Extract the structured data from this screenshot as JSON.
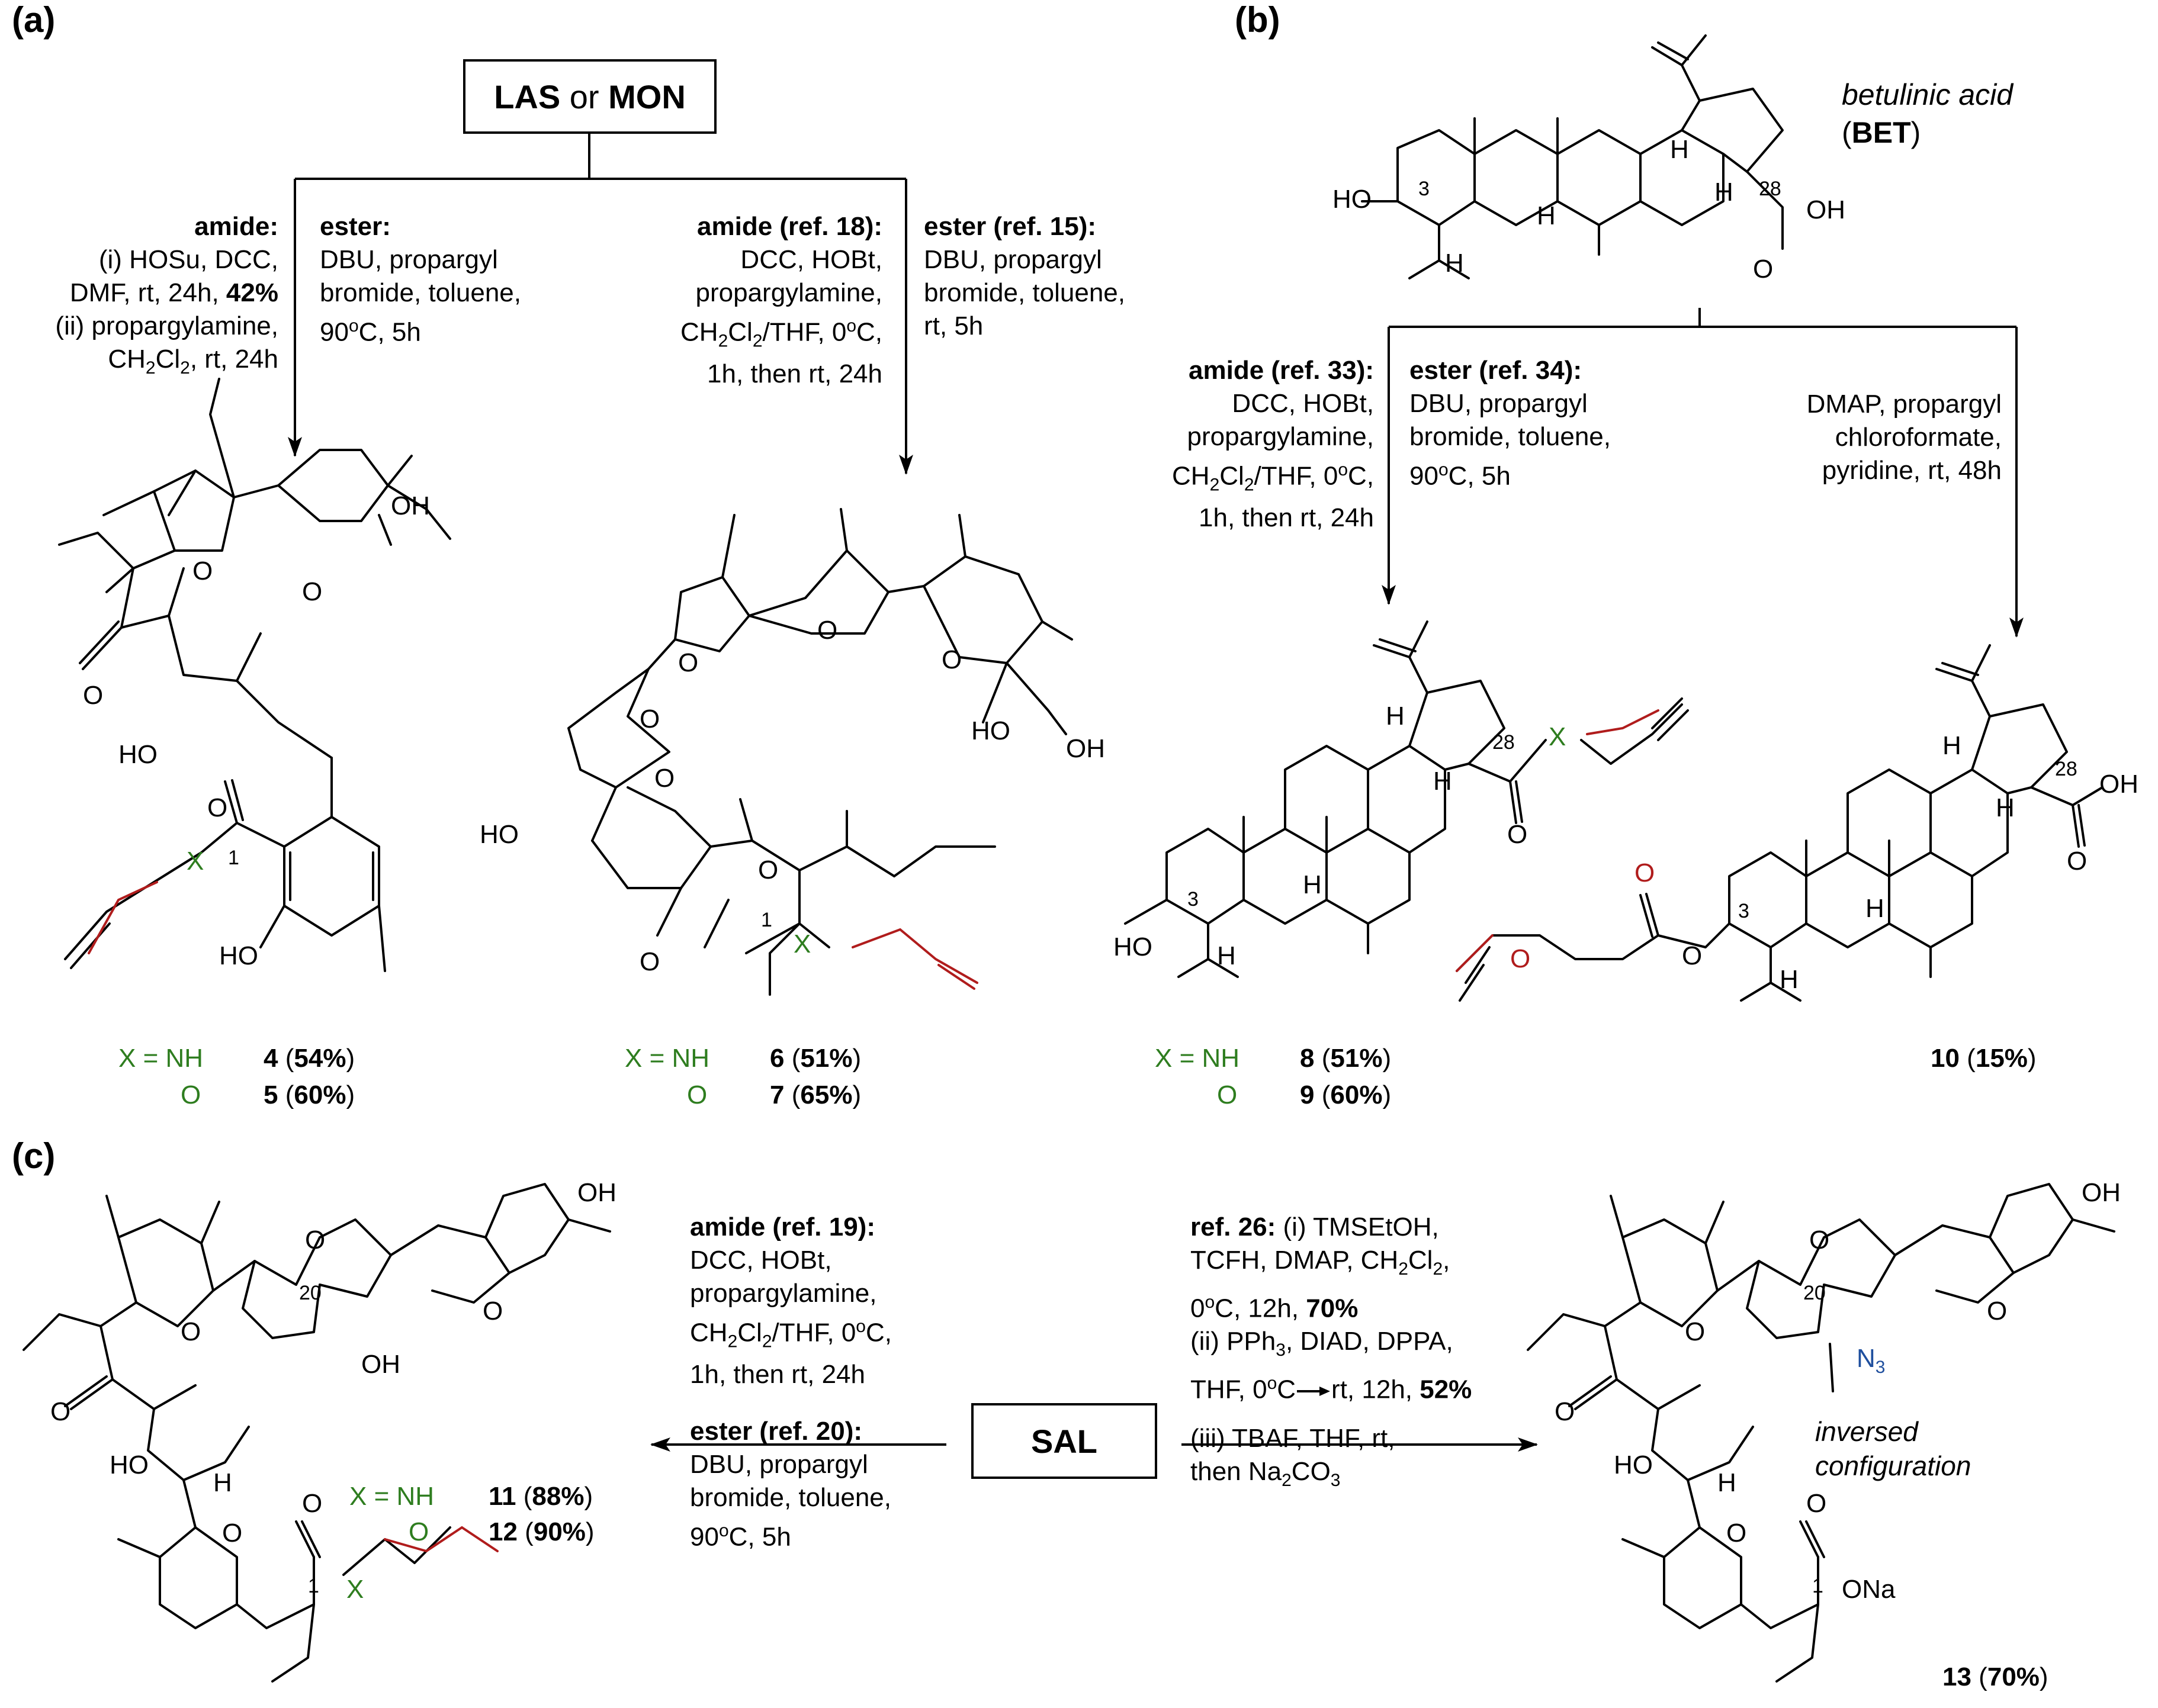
{
  "panels": {
    "a": "(a)",
    "b": "(b)",
    "c": "(c)"
  },
  "a": {
    "start_box": {
      "bold1": "LAS",
      "mid": " or ",
      "bold2": "MON"
    },
    "cond1": {
      "head": "amide:",
      "l1": "(i) HOSu, DCC,",
      "l2a": "DMF, rt, 24h, ",
      "l2b": "42%",
      "l3": "(ii) propargylamine,",
      "l4": "CH2Cl2, rt, 24h"
    },
    "cond2": {
      "head": "ester:",
      "l1": "DBU, propargyl",
      "l2": "bromide, toluene,",
      "l3": "90oC, 5h"
    },
    "cond3": {
      "head": "amide (ref. 18):",
      "l1": "DCC, HOBt,",
      "l2": "propargylamine,",
      "l3": "CH2Cl2/THF, 0oC,",
      "l4": "1h, then rt, 24h"
    },
    "cond4": {
      "head": "ester (ref. 15):",
      "l1": "DBU, propargyl",
      "l2": "bromide, toluene,",
      "l3": "rt, 5h"
    },
    "las_labels": {
      "oh_top": "OH",
      "o1": "O",
      "o2": "O",
      "ketone_o": "O",
      "ho": "HO",
      "ester_o": "O",
      "x": "X",
      "c1": "1",
      "ho2": "HO"
    },
    "mon_labels": {
      "o1": "O",
      "o2": "O",
      "o3": "O",
      "o4": "O",
      "o5": "O",
      "ho": "HO",
      "oh": "OH",
      "ho2": "HO",
      "ome_o": "O",
      "c1": "1",
      "x": "X",
      "carbonyl_o": "O"
    },
    "res1": {
      "x": "X = NH",
      "o": "O",
      "n1": "4",
      "p1": "54%",
      "n2": "5",
      "p2": "60%"
    },
    "res2": {
      "x": "X = NH",
      "o": "O",
      "n1": "6",
      "p1": "51%",
      "n2": "7",
      "p2": "65%"
    }
  },
  "b": {
    "title_line1": "betulinic acid",
    "title_line2_pre": "(",
    "title_line2_bold": "BET",
    "title_line2_post": ")",
    "bet_labels": {
      "ho": "HO",
      "c3": "3",
      "h1": "H",
      "h2": "H",
      "h3": "H",
      "h4": "H",
      "c28": "28",
      "oh": "OH",
      "o": "O"
    },
    "cond1": {
      "head": "amide (ref. 33):",
      "l1": "DCC, HOBt,",
      "l2": "propargylamine,",
      "l3": "CH2Cl2/THF, 0oC,",
      "l4": "1h, then rt, 24h"
    },
    "cond2": {
      "head": "ester (ref. 34):",
      "l1": "DBU, propargyl",
      "l2": "bromide, toluene,",
      "l3": "90oC, 5h"
    },
    "cond3": {
      "l1": "DMAP, propargyl",
      "l2": "chloroformate,",
      "l3": "pyridine, rt, 48h"
    },
    "p8_labels": {
      "ho": "HO",
      "c3": "3",
      "h1": "H",
      "h2": "H",
      "h3": "H",
      "h4": "H",
      "c28": "28",
      "x": "X",
      "o": "O"
    },
    "p10_labels": {
      "o1": "O",
      "o2": "O",
      "o3": "O",
      "c3": "3",
      "h1": "H",
      "h2": "H",
      "h3": "H",
      "h4": "H",
      "c28": "28",
      "oh": "OH",
      "o": "O"
    },
    "res1": {
      "x": "X = NH",
      "o": "O",
      "n1": "8",
      "p1": "51%",
      "n2": "9",
      "p2": "60%"
    },
    "res2": {
      "n": "10",
      "p": "15%"
    }
  },
  "c": {
    "center_box": "SAL",
    "cond_left": {
      "head1": "amide (ref. 19):",
      "l1": "DCC, HOBt,",
      "l2": "propargylamine,",
      "l3": "CH2Cl2/THF, 0oC,",
      "l4": "1h, then rt, 24h",
      "head2": "ester (ref. 20):",
      "l5": "DBU, propargyl",
      "l6": "bromide, toluene,",
      "l7": "90oC, 5h"
    },
    "cond_right": {
      "head": "ref. 26:",
      "l1": " (i) TMSEtOH,",
      "l2": "TCFH, DMAP, CH2Cl2,",
      "l3a": "0oC, 12h, ",
      "l3b": "70%",
      "l4": "(ii) PPh3, DIAD, DPPA,",
      "l5a": "THF, 0oC",
      "l5b": "rt, 12h, ",
      "l5c": "52%",
      "l6": "(iii) TBAF, THF, rt,",
      "l7": "then Na2CO3"
    },
    "sal_labels": {
      "oh_top": "OH",
      "o1": "O",
      "o2": "O",
      "o3": "O",
      "c20": "20",
      "oh": "OH",
      "ketone_o": "O",
      "ho": "HO",
      "h": "H",
      "o4": "O",
      "carbonyl_o": "O",
      "c1": "1",
      "x": "X"
    },
    "p13_labels": {
      "oh_top": "OH",
      "o1": "O",
      "o2": "O",
      "o3": "O",
      "c20": "20",
      "n3": "N3",
      "ketone_o": "O",
      "ho": "HO",
      "h": "H",
      "o4": "O",
      "carbonyl_o": "O",
      "c1": "1",
      "ona": "ONa"
    },
    "note": {
      "l1": "inversed",
      "l2": "configuration"
    },
    "res1": {
      "x": "X = NH",
      "o": "O",
      "n1": "11",
      "p1": "88%",
      "n2": "12",
      "p2": "90%"
    },
    "res2": {
      "n": "13",
      "p": "70%"
    }
  },
  "colors": {
    "x_group": "#2e7d1f",
    "propargyl": "#b01c1c",
    "azide": "#1f4f9e"
  }
}
